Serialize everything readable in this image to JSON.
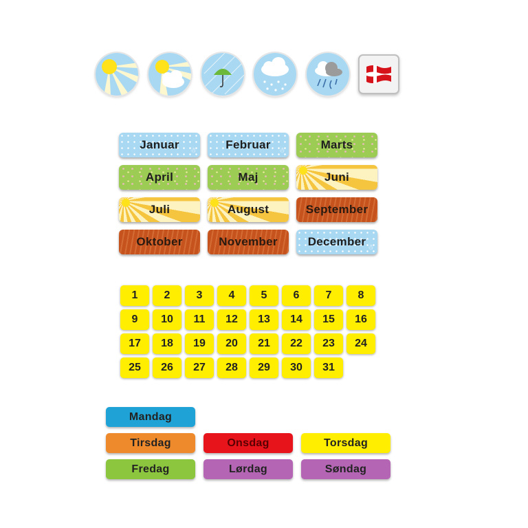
{
  "weather_icons": [
    {
      "icon": "sun-icon"
    },
    {
      "icon": "sun-cloud-icon"
    },
    {
      "icon": "rain-umbrella-icon"
    },
    {
      "icon": "snow-cloud-icon"
    },
    {
      "icon": "storm-cloud-icon"
    },
    {
      "icon": "danish-flag-icon"
    }
  ],
  "months": [
    "Januar",
    "Februar",
    "Marts",
    "April",
    "Maj",
    "Juni",
    "Juli",
    "August",
    "September",
    "Oktober",
    "November",
    "December"
  ],
  "days": [
    "1",
    "2",
    "3",
    "4",
    "5",
    "6",
    "7",
    "8",
    "9",
    "10",
    "11",
    "12",
    "13",
    "14",
    "15",
    "16",
    "17",
    "18",
    "19",
    "20",
    "21",
    "22",
    "23",
    "24",
    "25",
    "26",
    "27",
    "28",
    "29",
    "30",
    "31"
  ],
  "weekdays": [
    "Mandag",
    "Tirsdag",
    "Onsdag",
    "Torsdag",
    "Fredag",
    "Lørdag",
    "Søndag"
  ],
  "colors": {
    "day_tile": "#ffee00",
    "mandag": "#1fa3d6",
    "tirsdag": "#ef8a2c",
    "onsdag": "#e8141c",
    "torsdag": "#ffee00",
    "fredag": "#8cc63f",
    "lordag": "#b466b4",
    "sondag": "#b466b4"
  }
}
